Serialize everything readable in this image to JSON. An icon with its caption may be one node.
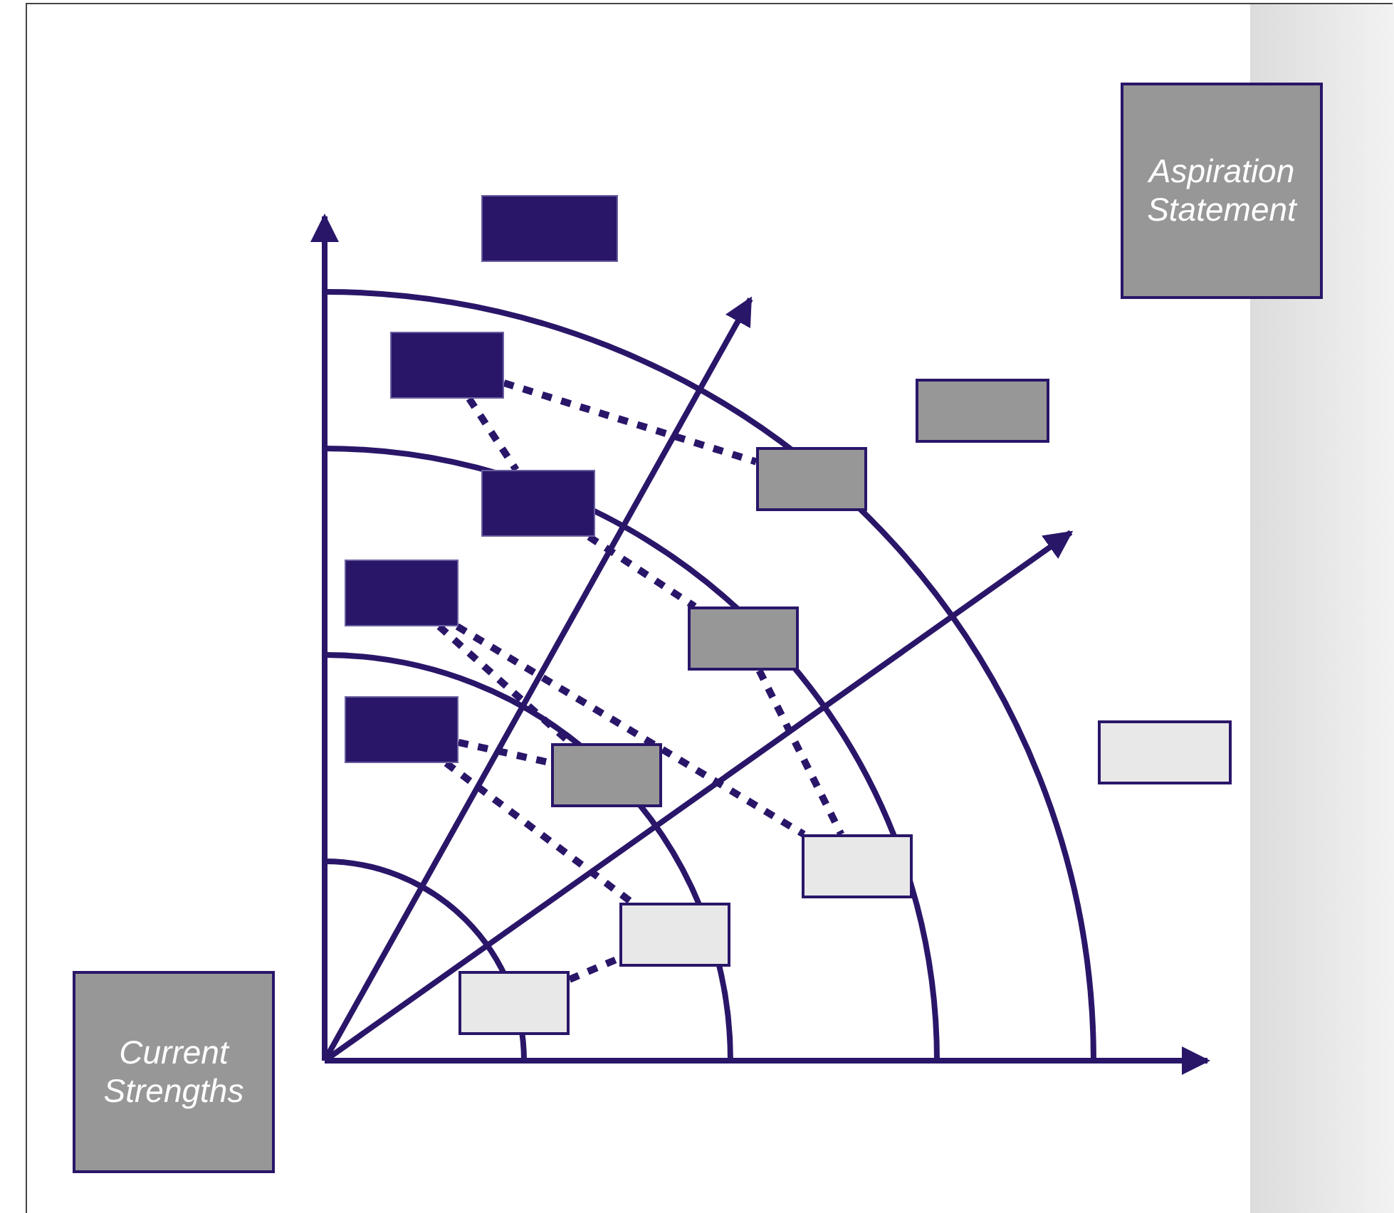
{
  "diagram": {
    "nodes": [
      {
        "text": [
          "Aspiration Statement"
        ]
      },
      {
        "text": [],
        "shape": "box"
      },
      {
        "text": [],
        "shape": "box"
      },
      {
        "text": [],
        "shape": "box"
      },
      {
        "text": [],
        "shape": "box"
      },
      {
        "text": [],
        "shape": "box"
      },
      {
        "text": [],
        "shape": "box"
      },
      {
        "text": [],
        "shape": "box"
      },
      {
        "text": [],
        "shape": "box"
      },
      {
        "text": [],
        "shape": "box"
      },
      {
        "text": [],
        "shape": "box"
      },
      {
        "text": [],
        "shape": "box"
      },
      {
        "text": [],
        "shape": "box"
      },
      {
        "text": [
          "Current Strengths"
        ]
      },
      {
        "text": [],
        "shape": "box"
      }
    ],
    "edges": [
      {
        "from": 2,
        "to": 4,
        "arrow": "none",
        "style": "dashed"
      },
      {
        "from": 2,
        "to": 5,
        "arrow": "none",
        "style": "dashed"
      },
      {
        "from": 5,
        "to": 7,
        "arrow": "none",
        "style": "dashed"
      },
      {
        "from": 6,
        "to": 10,
        "arrow": "none",
        "style": "dashed"
      },
      {
        "from": 6,
        "to": 11,
        "arrow": "none",
        "style": "dashed"
      },
      {
        "from": 7,
        "to": 11,
        "arrow": "none",
        "style": "dashed"
      },
      {
        "from": 8,
        "to": 10,
        "arrow": "none",
        "style": "dashed"
      },
      {
        "from": 8,
        "to": 12,
        "arrow": "none",
        "style": "dashed"
      },
      {
        "from": 14,
        "to": 12,
        "arrow": "none",
        "style": "dashed"
      }
    ]
  }
}
